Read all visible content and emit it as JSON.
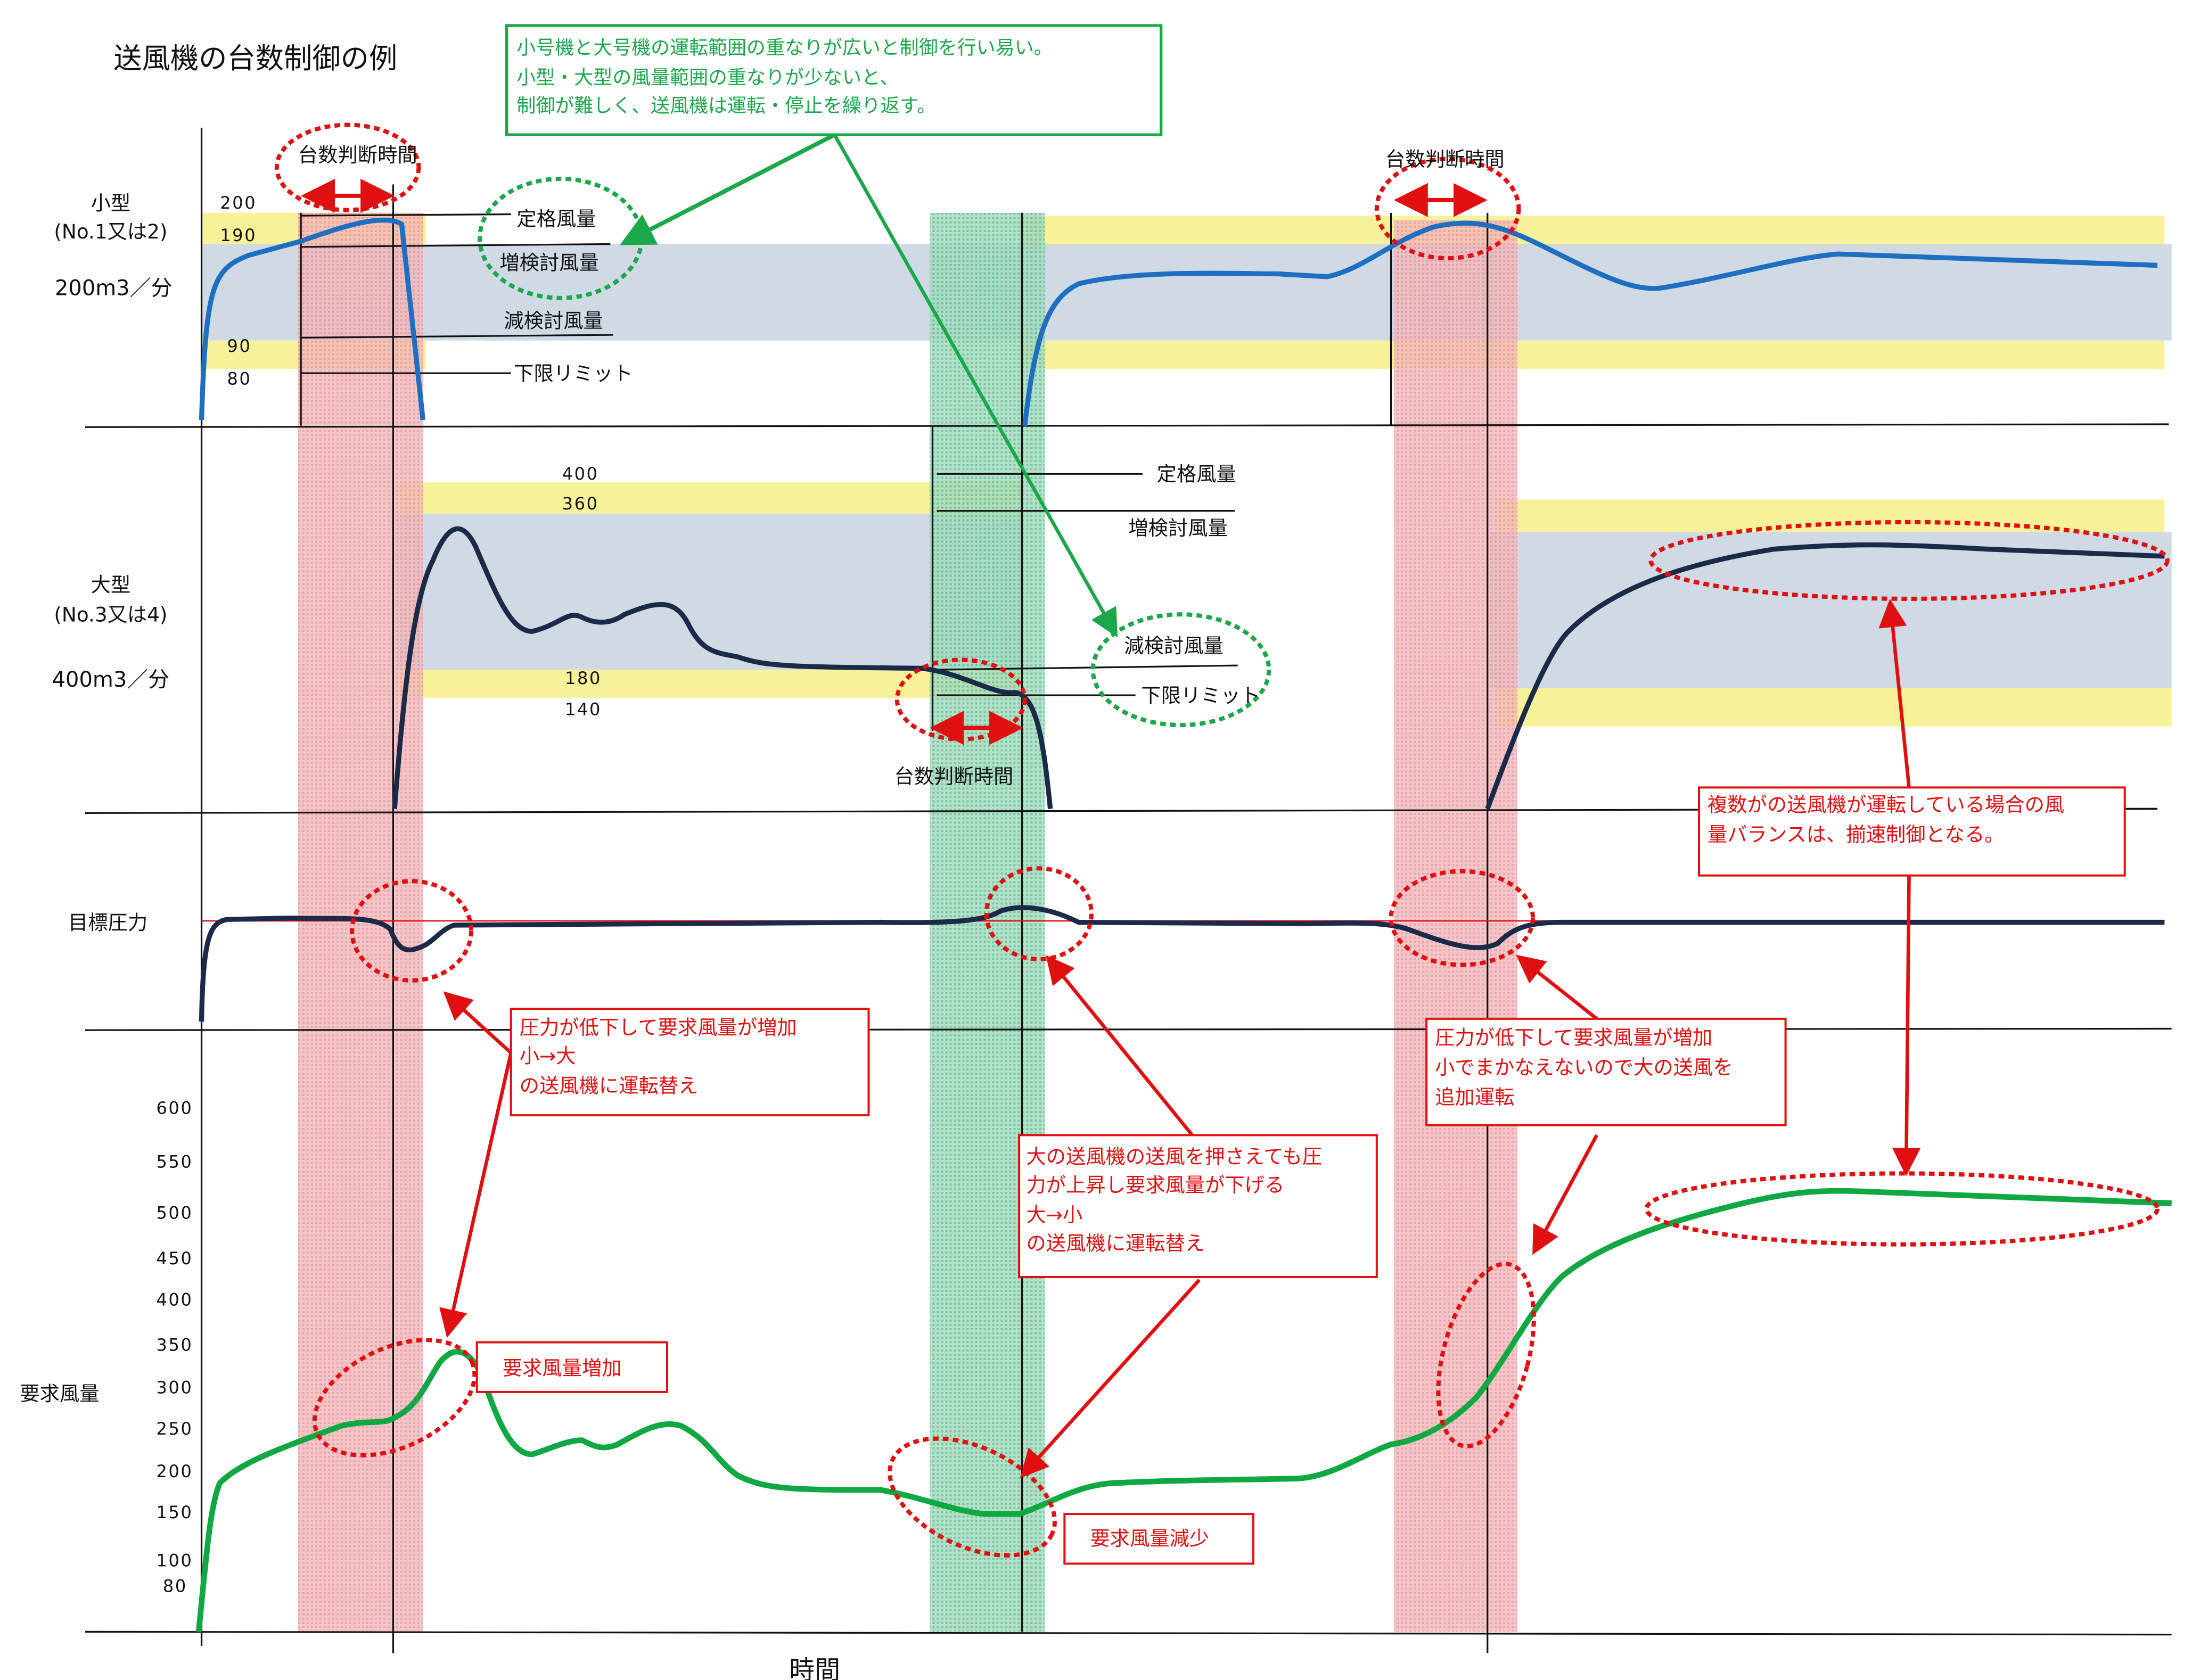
{
  "title": "送風機の台数制御の例",
  "note_green": {
    "lines": [
      "小号機と大号機の運転範囲の重なりが広いと制御を行い易い。",
      "小型・大型の風量範囲の重なりが少ないと、",
      "制御が難しく、送風機は運転・停止を繰り返す。"
    ],
    "color": "#1aa84a"
  },
  "small_fan": {
    "name": "小型",
    "model": "(No.1又は2)",
    "capacity": "200m3／分",
    "ticks": [
      "200",
      "190",
      "90",
      "80"
    ]
  },
  "large_fan": {
    "name": "大型",
    "model": "(No.3又は4)",
    "capacity": "400m3／分",
    "ticks": [
      "400",
      "360",
      "180",
      "140"
    ]
  },
  "levels": {
    "rated": "定格風量",
    "increase": "増検討風量",
    "decrease": "減検討風量",
    "lower_limit": "下限リミット"
  },
  "decision_time": "台数判断時間",
  "pressure_label": "目標圧力",
  "demand": {
    "label": "要求風量",
    "ticks": [
      "600",
      "550",
      "500",
      "450",
      "400",
      "350",
      "300",
      "250",
      "200",
      "150",
      "100",
      "80"
    ]
  },
  "x_label": "時間",
  "callouts": {
    "switch_up": [
      "圧力が低下して要求風量が増加",
      "小→大",
      "の送風機に運転替え"
    ],
    "switch_down": [
      "大の送風機の送風を押さえても圧",
      "力が上昇し要求風量が下げる",
      "大→小",
      "の送風機に運転替え"
    ],
    "add_run": [
      "圧力が低下して要求風量が増加",
      "小でまかなえないので大の送風を",
      "追加運転"
    ],
    "balance": [
      "複数がの送風機が運転している場合の風",
      "量バランスは、揃速制御となる。"
    ],
    "demand_up": "要求風量増加",
    "demand_down": "要求風量減少"
  },
  "colors": {
    "small_line": "#1f6fc0",
    "large_line": "#1c2a4a",
    "demand_line": "#10a843",
    "annotation": "#e01010",
    "band_yellow": "#f7f29a",
    "band_blue": "#c8d4e0"
  }
}
